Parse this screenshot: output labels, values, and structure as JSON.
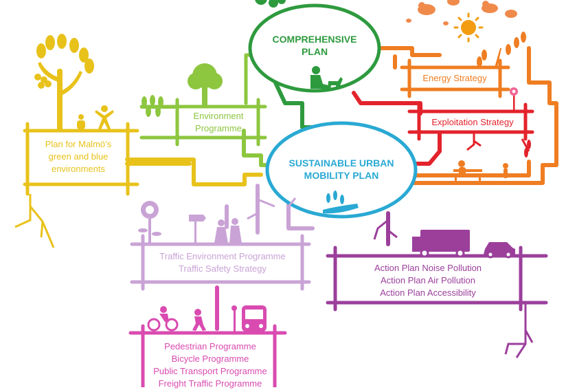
{
  "colors": {
    "green_dark": "#2e9a3e",
    "green_light": "#8dc63f",
    "yellow": "#e8c21b",
    "cyan": "#29a9d3",
    "orange": "#ef7d22",
    "red": "#e3232c",
    "purple": "#9b3f9b",
    "pink": "#d94bb0",
    "lavender": "#c9a3d6",
    "sun": "#f39c12",
    "cloud": "#f08a4b",
    "flower": "#f06292"
  },
  "nodes": {
    "comprehensive_plan": "COMPREHENSIVE\nPLAN",
    "sump": "SUSTAINABLE URBAN\nMOBILITY PLAN",
    "environment_programme": "Environment\nProgramme",
    "green_blue_plan": "Plan for Malmö’s\ngreen and blue\nenvironments",
    "energy_strategy": "Energy Strategy",
    "exploitation_strategy": "Exploitation Strategy",
    "traffic_programmes": "Traffic Environment Programme\nTraffic Safety Strategy",
    "action_plans": "Action Plan Noise Pollution\nAction Plan Air Pollution\nAction Plan Accessibility",
    "mobility_programmes": "Pedestrian Programme\nBicycle Programme\nPublic Transport Programme\nFreight Traffic Programme"
  },
  "icons": [
    "tree-icon",
    "berry-tree-icon",
    "people-icon",
    "gardener-with-dog-icon",
    "sun-icon",
    "cloud-icon",
    "leafy-branch-icon",
    "flower-icon",
    "sunflower-icon",
    "signpost-icon",
    "pedestrians-icon",
    "truck-icon",
    "car-icon",
    "cyclist-icon",
    "walker-icon",
    "bus-icon",
    "bench-icon",
    "scooter-icon",
    "roots-icon",
    "hand-with-seedling-icon"
  ]
}
